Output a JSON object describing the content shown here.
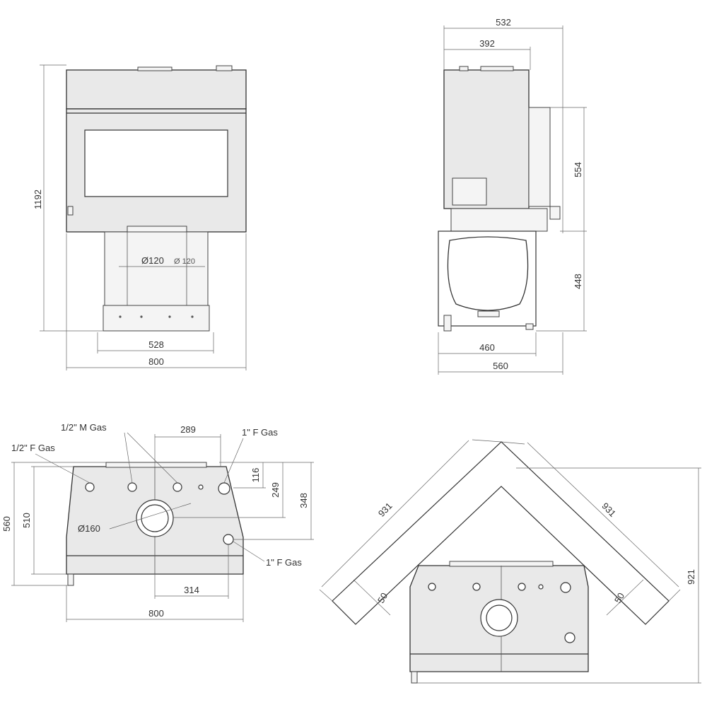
{
  "front_view": {
    "height": "1192",
    "flue_diameter": "Ø120",
    "flue_diameter_alt": "Ø 120",
    "base_width": "528",
    "total_width": "800"
  },
  "side_view": {
    "total_depth": "532",
    "body_depth": "392",
    "upper_height": "554",
    "lower_height": "448",
    "base_depth": "460",
    "total_base_depth": "560"
  },
  "top_view": {
    "gas_half_male": "1/2\" M Gas",
    "gas_half_female": "1/2\" F Gas",
    "gas_one_female_top": "1\" F Gas",
    "gas_one_female_bottom": "1\" F Gas",
    "offset_289": "289",
    "offset_116": "116",
    "offset_249": "249",
    "offset_348": "348",
    "depth_560": "560",
    "depth_510": "510",
    "flue_diameter": "Ø160",
    "offset_314": "314",
    "width_800": "800"
  },
  "corner_view": {
    "diag_left": "931",
    "diag_right": "931",
    "height_921": "921",
    "gap_left": "50",
    "gap_right": "50"
  }
}
